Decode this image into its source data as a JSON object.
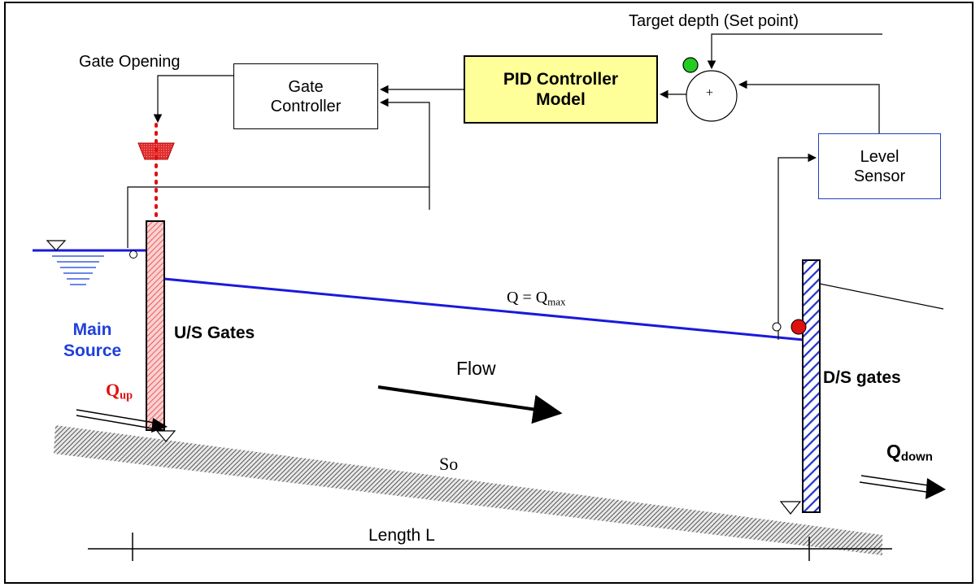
{
  "labels": {
    "target_depth": "Target depth (Set point)",
    "gate_opening": "Gate Opening",
    "gate_controller": "Gate\nController",
    "pid_controller": "PID Controller\nModel",
    "level_sensor": "Level\nSensor",
    "summing_sign": "+",
    "flow_eq_main": "Q = Q",
    "flow_eq_sub": "max",
    "main_source": "Main\nSource",
    "us_gates": "U/S Gates",
    "ds_gates": "D/S gates",
    "q_up_main": "Q",
    "q_up_sub": "up",
    "flow": "Flow",
    "slope": "So",
    "q_down_main": "Q",
    "q_down_sub": "down",
    "length": "Length L"
  },
  "colors": {
    "water_line": "#1a1adb",
    "source_label": "#1f3fdb",
    "q_up": "#e01010",
    "us_gate_hatch": "#e04040",
    "ds_gate_hatch": "#2233cc",
    "pid_fill": "#ffff99",
    "green_indicator": "#22cc22",
    "red_indicator": "#e01010",
    "ground_hatch": "#555555"
  }
}
